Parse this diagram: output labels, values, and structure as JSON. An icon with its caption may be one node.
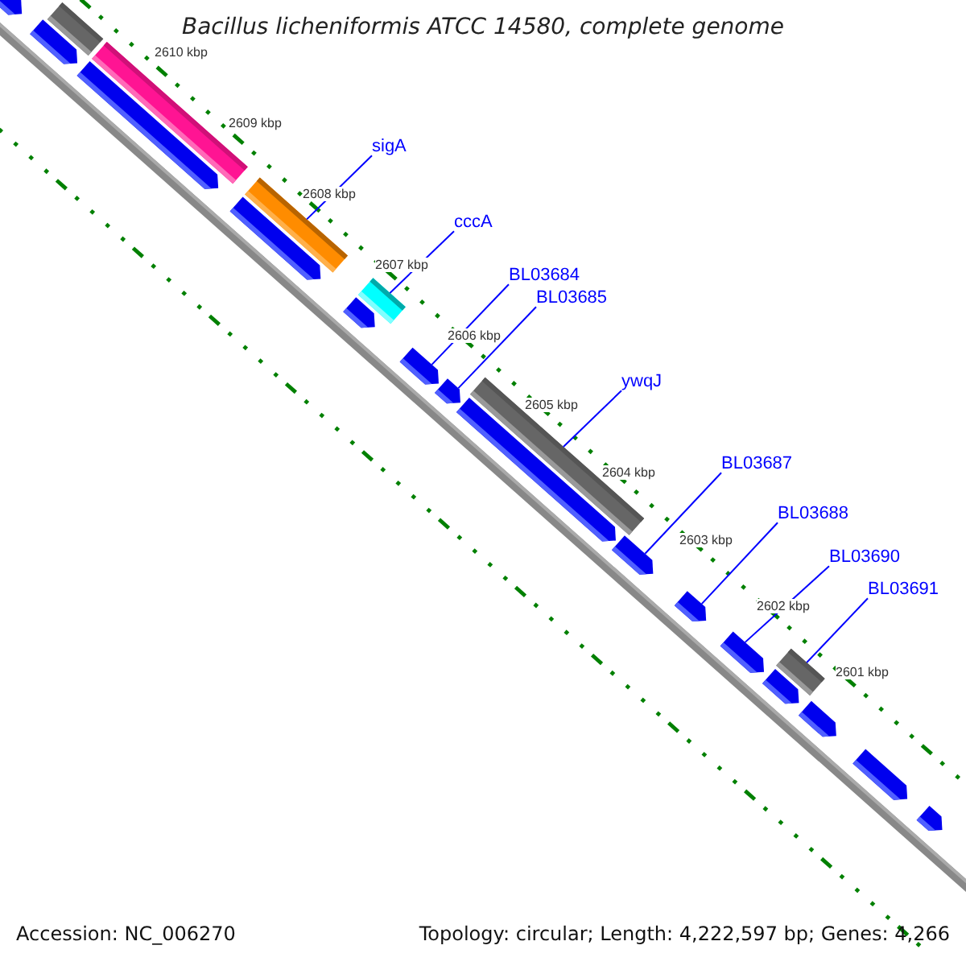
{
  "diagram": {
    "title": "Bacillus licheniformis ATCC 14580, complete genome",
    "nodes": [
      {
        "text": [
          "sigA"
        ]
      },
      {
        "text": [
          "cccA"
        ]
      },
      {
        "text": [
          "BL03684"
        ]
      },
      {
        "text": [
          "BL03685"
        ]
      },
      {
        "text": [
          "ywqJ"
        ]
      },
      {
        "text": [
          "BL03687"
        ]
      },
      {
        "text": [
          "BL03688"
        ]
      },
      {
        "text": [
          "BL03690"
        ]
      },
      {
        "text": [
          "BL03691"
        ]
      },
      {
        "text": [],
        "shape": "pentagon"
      },
      {
        "text": [],
        "shape": "pentagon"
      },
      {
        "text": [],
        "shape": "bar"
      },
      {
        "text": [],
        "shape": "pentagon"
      },
      {
        "text": [],
        "shape": "bar"
      },
      {
        "text": [],
        "shape": "pentagon"
      },
      {
        "text": [],
        "shape": "bar"
      },
      {
        "text": [],
        "shape": "pentagon"
      },
      {
        "text": [],
        "shape": "bar"
      },
      {
        "text": [],
        "shape": "pentagon"
      },
      {
        "text": [],
        "shape": "pentagon"
      },
      {
        "text": [],
        "shape": "pentagon"
      },
      {
        "text": [],
        "shape": "bar"
      },
      {
        "text": [],
        "shape": "pentagon"
      },
      {
        "text": [],
        "shape": "pentagon"
      },
      {
        "text": [],
        "shape": "pentagon"
      },
      {
        "text": [],
        "shape": "pentagon"
      },
      {
        "text": [],
        "shape": "bar"
      },
      {
        "text": [],
        "shape": "pentagon"
      },
      {
        "text": [],
        "shape": "pentagon"
      },
      {
        "text": [],
        "shape": "pentagon"
      }
    ],
    "edges": [
      {
        "from": 0,
        "to": 15,
        "arrow": "none"
      },
      {
        "from": 1,
        "to": 17,
        "arrow": "none"
      },
      {
        "from": 2,
        "to": 18,
        "arrow": "none"
      },
      {
        "from": 3,
        "to": 19,
        "arrow": "none"
      },
      {
        "from": 4,
        "to": 21,
        "arrow": "none"
      },
      {
        "from": 5,
        "to": 22,
        "arrow": "none"
      },
      {
        "from": 6,
        "to": 23,
        "arrow": "none"
      },
      {
        "from": 7,
        "to": 24,
        "arrow": "none"
      },
      {
        "from": 8,
        "to": 26,
        "arrow": "none"
      }
    ],
    "labels": [
      "2610 kbp",
      "2609 kbp",
      "2608 kbp",
      "2607 kbp",
      "2606 kbp",
      "2605 kbp",
      "2604 kbp",
      "2603 kbp",
      "2602 kbp",
      "2601 kbp",
      "Accession: NC_006270",
      "Topology: circular; Length: 4,222,597 bp; Genes: 4,266"
    ]
  }
}
